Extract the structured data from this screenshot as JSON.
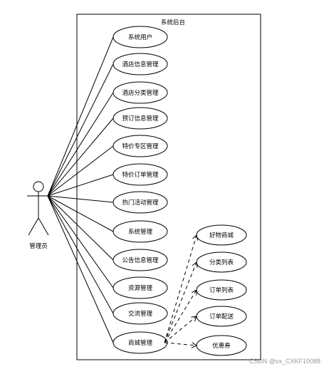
{
  "system": {
    "title": "系统后台"
  },
  "actor": {
    "label": "管理员"
  },
  "use_cases": [
    "系统用户",
    "酒店信息管理",
    "酒店分类管理",
    "预订信息管理",
    "特价专区管理",
    "特价订单管理",
    "热门活动管理",
    "系统管理",
    "公告信息管理",
    "资源管理",
    "交流管理",
    "商城管理"
  ],
  "sub_cases": [
    "好物商城",
    "分类列表",
    "订单列表",
    "订单配送",
    "优惠券"
  ],
  "watermark": "CSDN @vx_CXKF10088"
}
